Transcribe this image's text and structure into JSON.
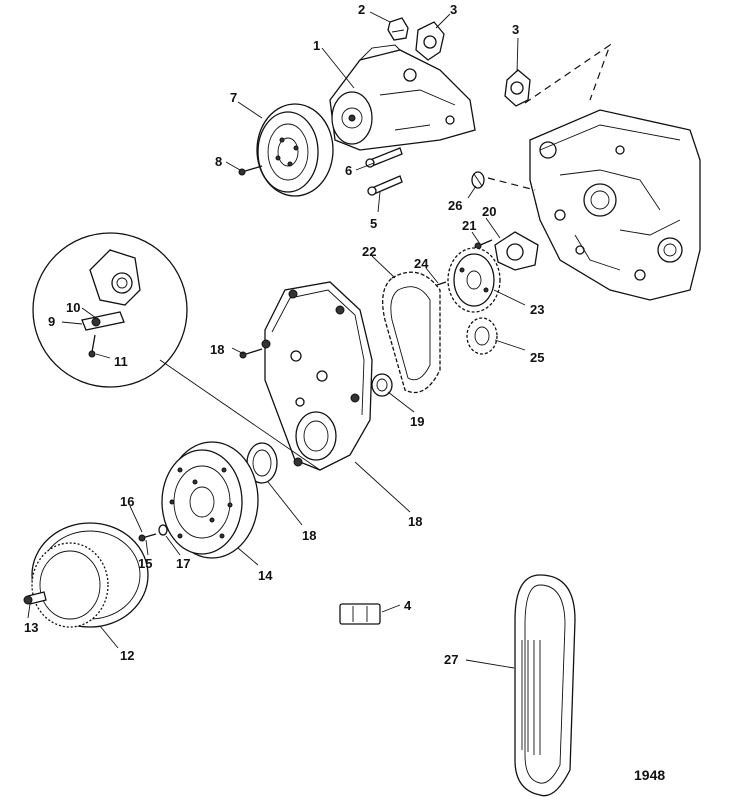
{
  "figure_number": "1948",
  "callouts": [
    "1",
    "2",
    "3",
    "3",
    "4",
    "5",
    "6",
    "7",
    "8",
    "9",
    "10",
    "11",
    "12",
    "13",
    "14",
    "15",
    "16",
    "17",
    "18",
    "18",
    "18",
    "19",
    "20",
    "21",
    "22",
    "23",
    "24",
    "25",
    "26",
    "27"
  ],
  "colors": {
    "line": "#111111",
    "background": "#ffffff"
  }
}
